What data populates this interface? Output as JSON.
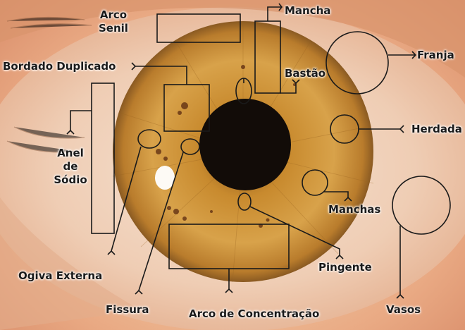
{
  "labels": {
    "arco_senil": [
      "Arco",
      "Senil"
    ],
    "mancha": "Mancha",
    "franja": "Franja",
    "bordado_duplicado": "Bordado Duplicado",
    "bastao": "Bastão",
    "herdada": "Herdada",
    "anel_de_sodio": [
      "Anel",
      "de",
      "Sódio"
    ],
    "manchas": "Manchas",
    "ogiva_externa": "Ogiva Externa",
    "pingente": "Pingente",
    "fissura": "Fissura",
    "arco_de_concentracao": "Arco de Concentração",
    "vasos": "Vasos"
  },
  "colors": {
    "iris": "#d19a3c",
    "pupil": "#120c08",
    "annotation": "#1a1a1a"
  }
}
